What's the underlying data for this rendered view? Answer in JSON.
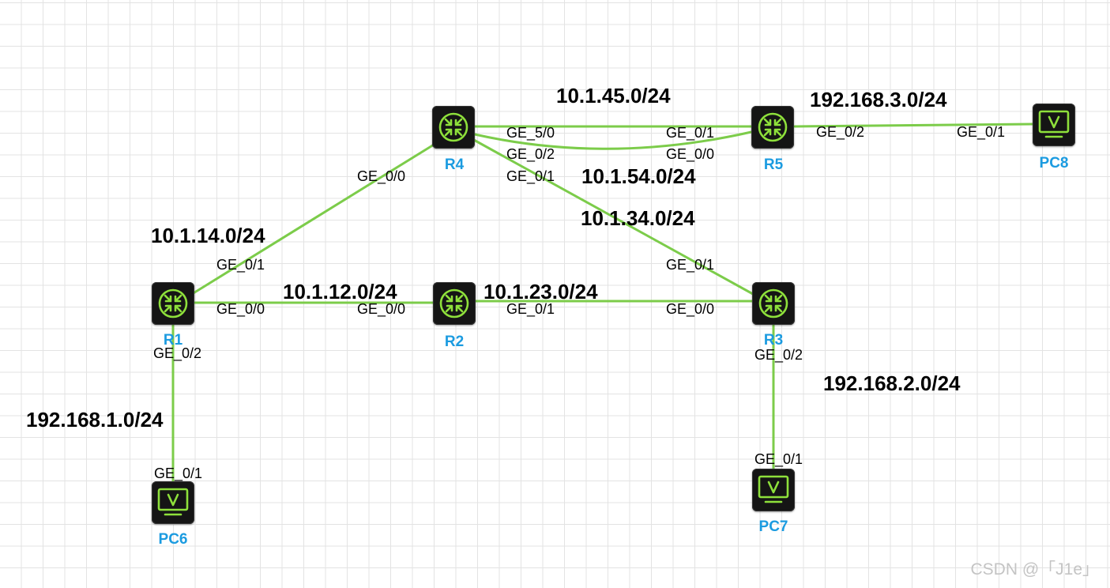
{
  "nodes": {
    "r1": {
      "label": "R1",
      "type": "router"
    },
    "r2": {
      "label": "R2",
      "type": "router"
    },
    "r3": {
      "label": "R3",
      "type": "router"
    },
    "r4": {
      "label": "R4",
      "type": "router"
    },
    "r5": {
      "label": "R5",
      "type": "router"
    },
    "pc6": {
      "label": "PC6",
      "type": "pc"
    },
    "pc7": {
      "label": "PC7",
      "type": "pc"
    },
    "pc8": {
      "label": "PC8",
      "type": "pc"
    }
  },
  "subnets": {
    "r4_r5_a": "10.1.45.0/24",
    "r4_r5_b": "10.1.54.0/24",
    "r5_pc8": "192.168.3.0/24",
    "r1_r4": "10.1.14.0/24",
    "r3_r4": "10.1.34.0/24",
    "r1_r2": "10.1.12.0/24",
    "r2_r3": "10.1.23.0/24",
    "r3_pc7": "192.168.2.0/24",
    "r1_pc6": "192.168.1.0/24"
  },
  "ports": {
    "r4_ge50": "GE_5/0",
    "r5_ge01": "GE_0/1",
    "r4_ge02": "GE_0/2",
    "r5_ge00": "GE_0/0",
    "r4_ge01": "GE_0/1",
    "r5_ge02": "GE_0/2",
    "pc8_ge01": "GE_0/1",
    "r4_ge00": "GE_0/0",
    "r1_ge01": "GE_0/1",
    "r1_ge00": "GE_0/0",
    "r2_ge00": "GE_0/0",
    "r2_ge01": "GE_0/1",
    "r3_ge00": "GE_0/0",
    "r3_ge01": "GE_0/1",
    "r1_ge02": "GE_0/2",
    "r3_ge02": "GE_0/2",
    "pc6_ge01": "GE_0/1",
    "pc7_ge01": "GE_0/1"
  },
  "colors": {
    "link": "#7ccc4a",
    "node_body": "#151515",
    "icon": "#8ee03b",
    "node_label": "#1b9be0",
    "grid": "#e3e3e3"
  },
  "watermark": "CSDN @「J1e」"
}
